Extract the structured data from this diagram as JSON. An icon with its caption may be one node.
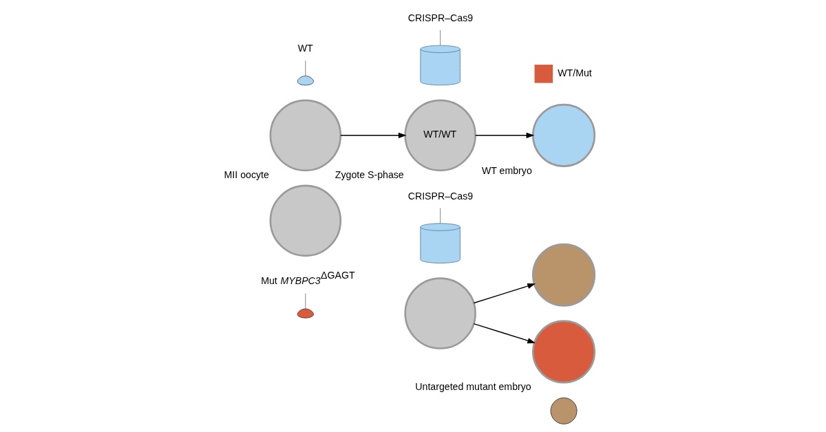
{
  "diagram": {
    "nodes": [
      {
        "text": [],
        "shape": "circle",
        "beside": [
          "MII oocyte"
        ]
      },
      {
        "text": [],
        "shape": "circle"
      },
      {
        "text": [
          "WT"
        ]
      },
      {
        "text": [
          "WT/WT"
        ],
        "beside": [
          "Zygote S-phase"
        ]
      },
      {
        "text": [],
        "shape": "cylinder"
      },
      {
        "text": [
          "CRISPR–Cas9"
        ]
      },
      {
        "text": [],
        "shape": "circle",
        "beside": [
          "WT embryo"
        ]
      },
      {
        "text": [],
        "shape": "circle"
      },
      {
        "text": [],
        "shape": "circle"
      },
      {
        "text": [
          "Mut *MYBPC3*$^{ΔGAGT}$"
        ]
      },
      {
        "text": [],
        "shape": "circle"
      },
      {
        "text": [],
        "shape": "cylinder"
      },
      {
        "text": [
          "CRISPR–Cas9"
        ]
      },
      {
        "text": [],
        "shape": "circle",
        "beside": [
          "Untargeted mutant embryo"
        ]
      },
      {
        "text": [],
        "shape": "circle"
      },
      {
        "text": [],
        "shape": "circle"
      }
    ],
    "edges": [
      {
        "from": 2,
        "to": 1,
        "arrow": "none"
      },
      {
        "from": 5,
        "to": 4,
        "arrow": "none"
      },
      {
        "from": 0,
        "to": 3,
        "arrow": "to"
      },
      {
        "from": 3,
        "to": 6,
        "arrow": "to"
      },
      {
        "from": 9,
        "to": 8,
        "arrow": "none"
      },
      {
        "from": 12,
        "to": 11,
        "arrow": "none"
      },
      {
        "from": 10,
        "to": 13,
        "arrow": "to"
      },
      {
        "from": 10,
        "to": 14,
        "arrow": "to"
      }
    ],
    "legend": [
      {
        "text": "WT/Mut",
        "color": "#d95b3e"
      }
    ]
  }
}
